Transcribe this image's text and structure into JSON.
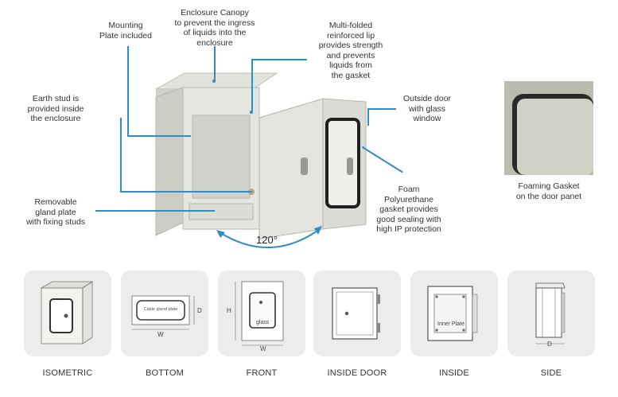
{
  "callouts": {
    "mounting_plate": "Mounting\nPlate included",
    "canopy": "Enclosure Canopy\nto prevent the ingress\nof liquids into the\nenclosure",
    "lip": "Multi-folded\nreinforced lip\nprovides strength\nand prevents\nliquids from\nthe gasket",
    "earth_stud": "Earth stud is\nprovided inside\nthe enclosure",
    "outside_door": "Outside door\nwith glass\nwindow",
    "gland_plate": "Removable\ngland plate\nwith fixing studs",
    "foam_gasket": "Foam\nPolyurethane\ngasket provides\ngood sealing with\nhigh IP protection"
  },
  "door_angle": "120°",
  "inset": {
    "caption": "Foaming Gasket\non the door panet"
  },
  "views": [
    {
      "label": "ISOMETRIC"
    },
    {
      "label": "BOTTOM",
      "inner_text": "Cable gland plate",
      "dim_w": "W",
      "dim_d": "D"
    },
    {
      "label": "FRONT",
      "inner_text": "glass",
      "dim_w": "W",
      "dim_h": "H"
    },
    {
      "label": "INSIDE DOOR"
    },
    {
      "label": "INSIDE",
      "inner_text": "Inner Plate"
    },
    {
      "label": "SIDE",
      "dim_d": "D"
    }
  ],
  "colors": {
    "leader": "#2e8fc4",
    "enclosure": "#d9d9d4",
    "thumb_bg": "#ececec"
  }
}
